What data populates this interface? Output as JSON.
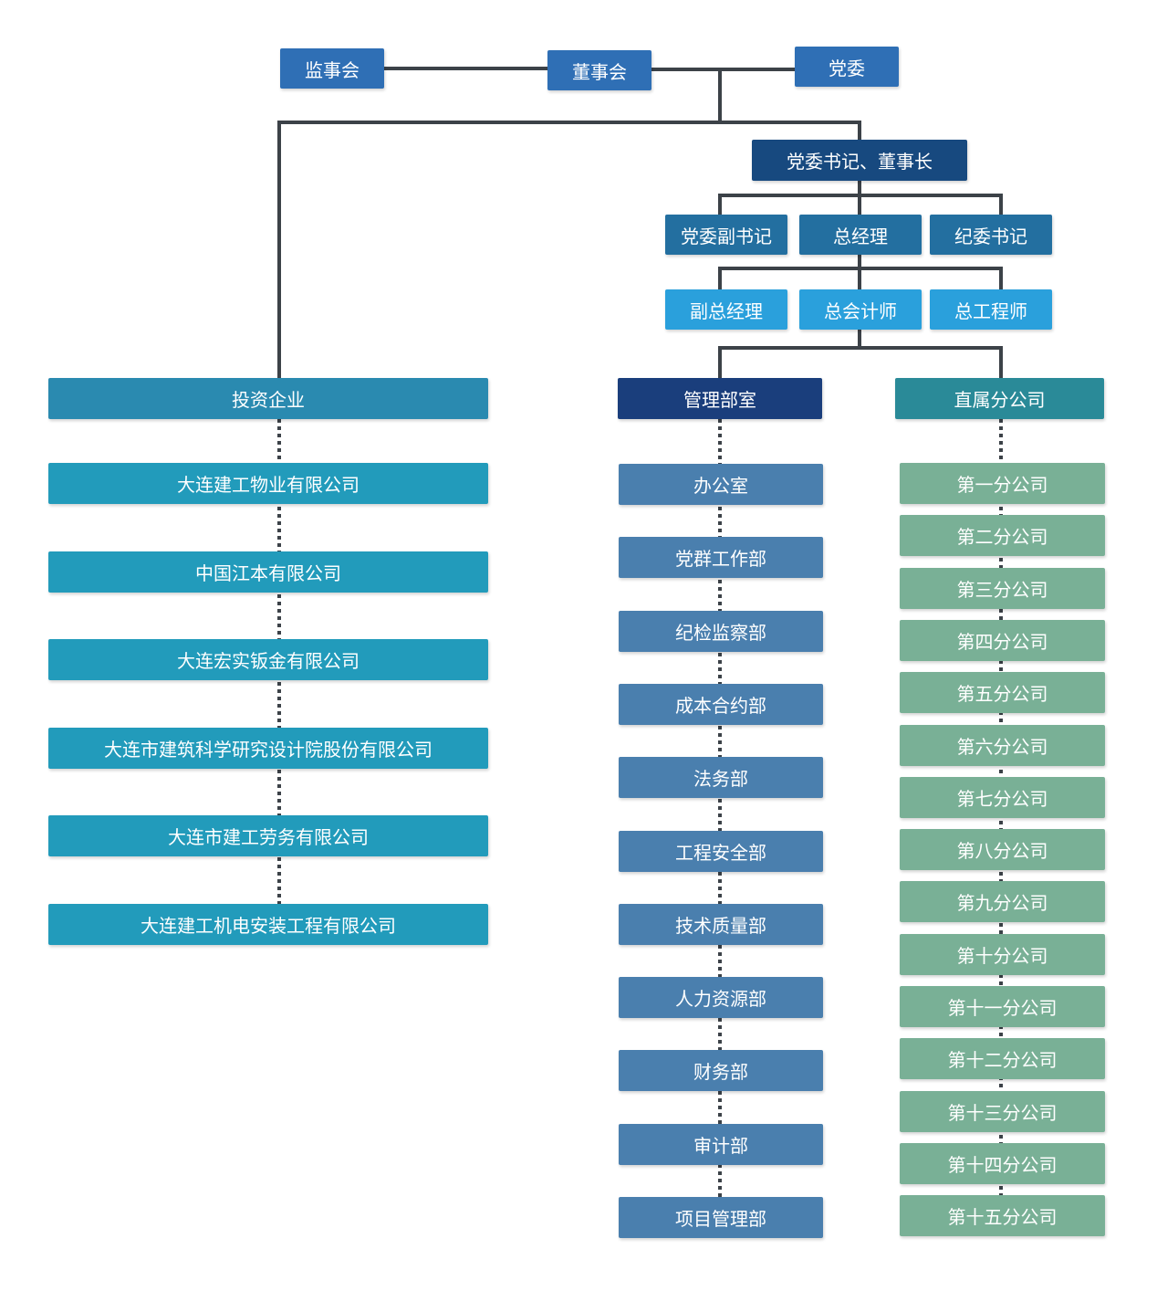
{
  "colors": {
    "line": "#3c4248",
    "top": "#2f6fb5",
    "chairman": "#17497f",
    "level2": "#236fa0",
    "level3": "#2aa0dc",
    "invest_header": "#2a8ab0",
    "invest_item": "#229bbb",
    "mgmt_header": "#1a3e7c",
    "mgmt_item": "#4a7fae",
    "branch_header": "#2a8a98",
    "branch_item": "#79b096"
  },
  "top": {
    "supervisors": "监事会",
    "board": "董事会",
    "party_committee": "党委"
  },
  "chairman": "党委书记、董事长",
  "level2": {
    "deputy_secretary": "党委副书记",
    "general_manager": "总经理",
    "discipline_secretary": "纪委书记"
  },
  "level3": {
    "deputy_gm": "副总经理",
    "chief_accountant": "总会计师",
    "chief_engineer": "总工程师"
  },
  "investments": {
    "title": "投资企业",
    "items": [
      "大连建工物业有限公司",
      "中国江本有限公司",
      "大连宏实钣金有限公司",
      "大连市建筑科学研究设计院股份有限公司",
      "大连市建工劳务有限公司",
      "大连建工机电安装工程有限公司"
    ]
  },
  "management": {
    "title": "管理部室",
    "items": [
      "办公室",
      "党群工作部",
      "纪检监察部",
      "成本合约部",
      "法务部",
      "工程安全部",
      "技术质量部",
      "人力资源部",
      "财务部",
      "审计部",
      "项目管理部"
    ]
  },
  "branches": {
    "title": "直属分公司",
    "items": [
      "第一分公司",
      "第二分公司",
      "第三分公司",
      "第四分公司",
      "第五分公司",
      "第六分公司",
      "第七分公司",
      "第八分公司",
      "第九分公司",
      "第十分公司",
      "第十一分公司",
      "第十二分公司",
      "第十三分公司",
      "第十四分公司",
      "第十五分公司"
    ]
  }
}
